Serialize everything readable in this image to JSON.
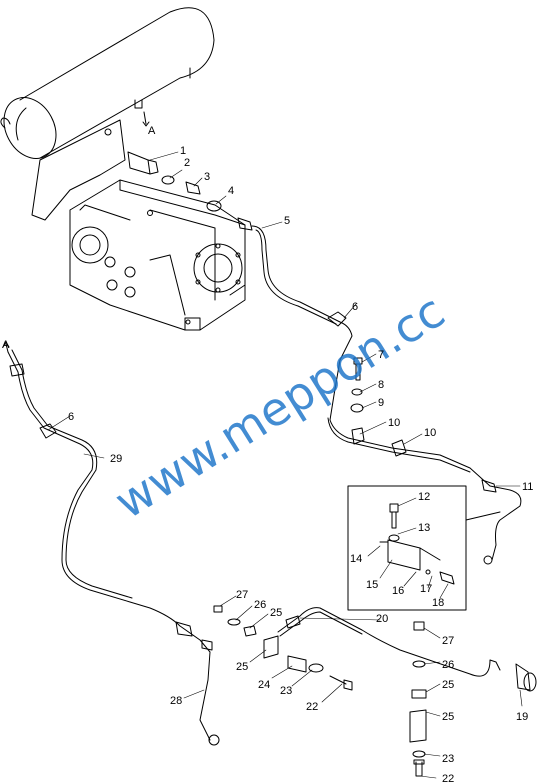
{
  "callouts": [
    "1",
    "2",
    "3",
    "4",
    "5",
    "6",
    "7",
    "8",
    "9",
    "10",
    "10",
    "11",
    "12",
    "13",
    "14",
    "15",
    "16",
    "17",
    "18",
    "6",
    "29",
    "20",
    "27",
    "26",
    "25",
    "25",
    "24",
    "23",
    "22",
    "28",
    "27",
    "26",
    "25",
    "25",
    "23",
    "22",
    "19",
    "A",
    "A"
  ],
  "watermark": "www.meppon.cc",
  "colors": {
    "line": "#000000",
    "watermark": "#1a73c9"
  }
}
